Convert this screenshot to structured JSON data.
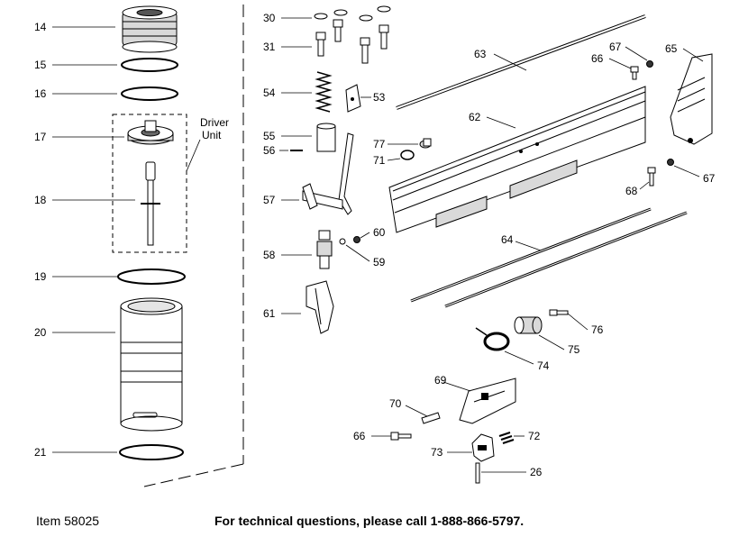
{
  "diagram": {
    "labels": {
      "l14": "14",
      "l15": "15",
      "l16": "16",
      "l17": "17",
      "l18": "18",
      "l19": "19",
      "l20": "20",
      "l21": "21",
      "l30": "30",
      "l31": "31",
      "l54": "54",
      "l53": "53",
      "l55": "55",
      "l56": "56",
      "l57": "57",
      "l58": "58",
      "l59": "59",
      "l60": "60",
      "l61": "61",
      "l63": "63",
      "l62": "62",
      "l67a": "67",
      "l66a": "66",
      "l65": "65",
      "l77": "77",
      "l71": "71",
      "l67b": "67",
      "l68": "68",
      "l64": "64",
      "l76": "76",
      "l75": "75",
      "l74": "74",
      "l69": "69",
      "l70": "70",
      "l72": "72",
      "l66b": "66",
      "l73": "73",
      "l26": "26"
    },
    "group_label_line1": "Driver",
    "group_label_line2": "Unit"
  },
  "footer": {
    "item": "Item 58025",
    "phone_note": "For technical questions, please call 1-888-866-5797."
  }
}
